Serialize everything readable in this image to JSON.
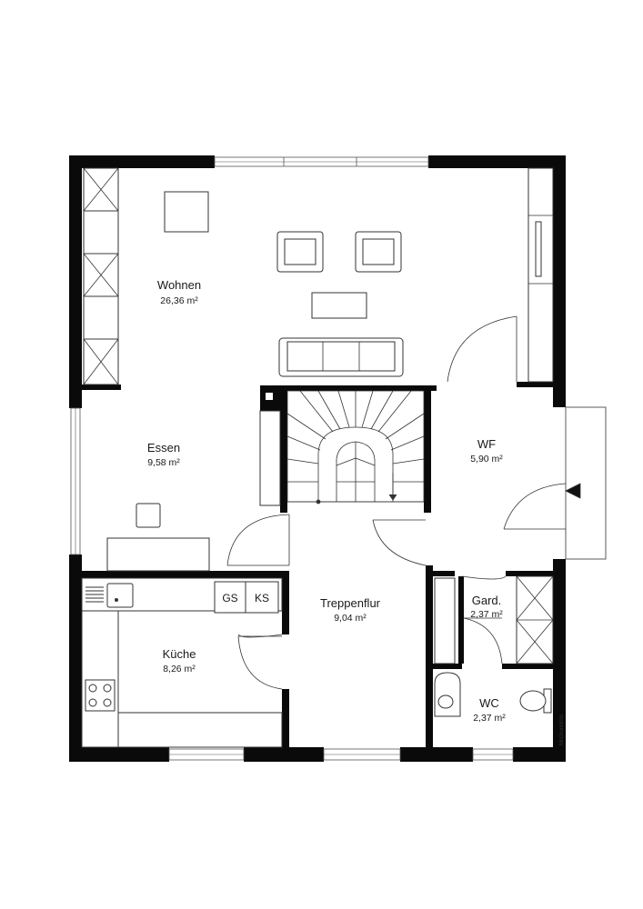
{
  "rooms": {
    "wohnen": {
      "name": "Wohnen",
      "area": "26,36 m²"
    },
    "essen": {
      "name": "Essen",
      "area": "9,58 m²"
    },
    "wf": {
      "name": "WF",
      "area": "5,90 m²"
    },
    "treppenflur": {
      "name": "Treppenflur",
      "area": "9,04 m²"
    },
    "kueche": {
      "name": "Küche",
      "area": "8,26 m²"
    },
    "gard": {
      "name": "Gard.",
      "area": "2,37 m²"
    },
    "wc": {
      "name": "WC",
      "area": "2,37 m²"
    }
  },
  "appliances": {
    "gs": "GS",
    "ks": "KS"
  },
  "watermark": "McGrundriss",
  "colors": {
    "wall": "#0a0a0a",
    "line": "#333333",
    "background": "#ffffff"
  }
}
